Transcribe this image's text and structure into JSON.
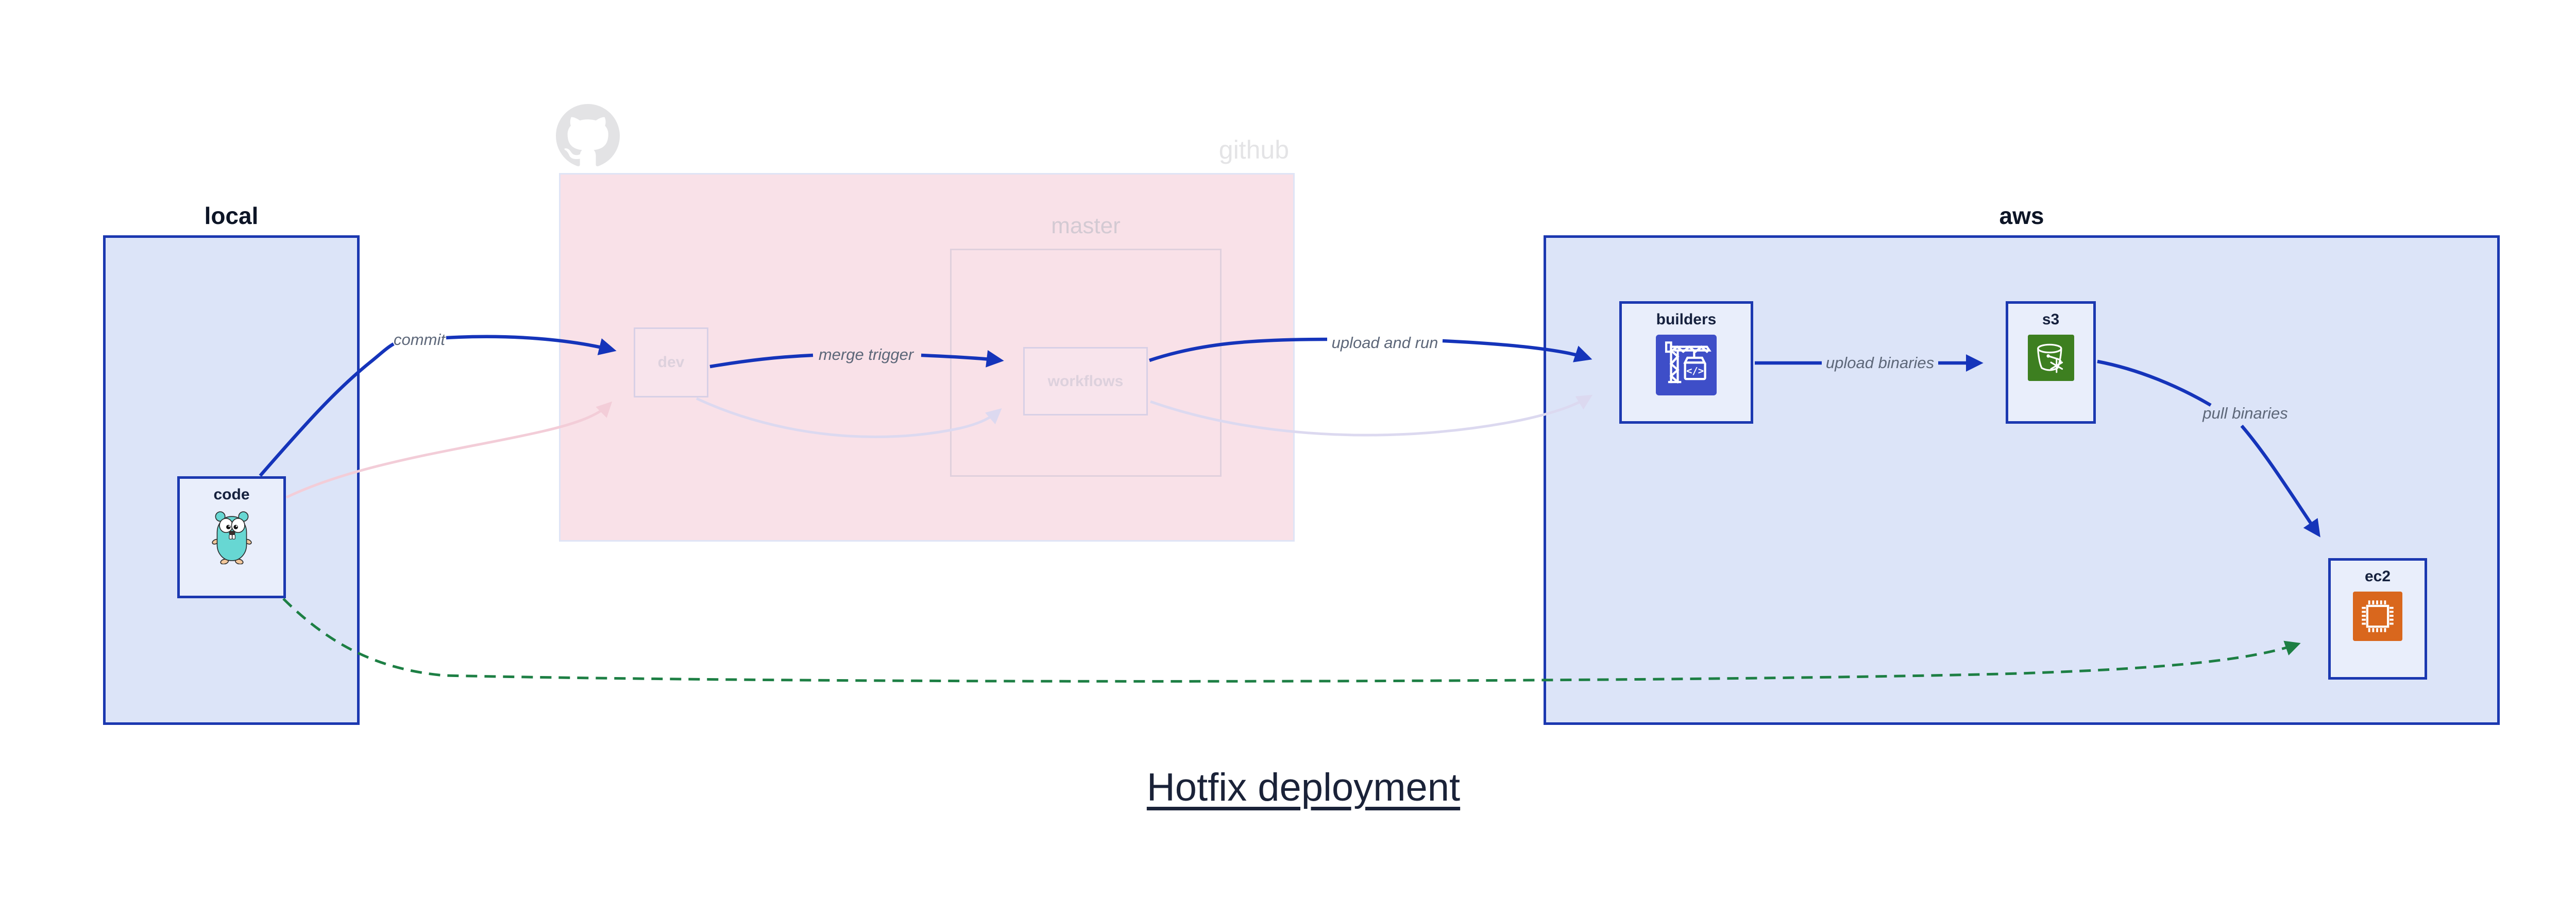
{
  "title": "Hotfix deployment",
  "clusters": {
    "local": {
      "label": "local"
    },
    "github": {
      "label": "github"
    },
    "master": {
      "label": "master"
    },
    "aws": {
      "label": "aws"
    }
  },
  "nodes": {
    "code": {
      "label": "code",
      "icon": "go-gopher-icon"
    },
    "dev": {
      "label": "dev"
    },
    "workflows": {
      "label": "workflows"
    },
    "builders": {
      "label": "builders",
      "icon": "aws-codebuild-icon"
    },
    "s3": {
      "label": "s3",
      "icon": "aws-s3-bucket-icon"
    },
    "ec2": {
      "label": "ec2",
      "icon": "aws-ec2-chip-icon"
    }
  },
  "edges": {
    "commit": {
      "label": "commit",
      "from": "code",
      "to": "dev"
    },
    "merge_trigger": {
      "label": "merge trigger",
      "from": "dev",
      "to": "workflows"
    },
    "upload_and_run": {
      "label": "upload and run",
      "from": "workflows",
      "to": "builders"
    },
    "upload_binaries": {
      "label": "upload binaries",
      "from": "builders",
      "to": "s3"
    },
    "pull_binaries": {
      "label": "pull binaries",
      "from": "s3",
      "to": "ec2"
    },
    "hotfix_dashed": {
      "label": "",
      "from": "code",
      "to": "ec2"
    }
  },
  "colors": {
    "edge-blue": "#1534ba",
    "edge-pink": "#f3cdd8",
    "edge-lavender": "#dcd9f0",
    "edge-green": "#1d7f44",
    "cluster-blue-border": "#1b38b0",
    "cluster-blue-fill": "#dce4f8",
    "cluster-pink-fill": "#f9e1e8",
    "cluster-pink-border": "#dfe4f6",
    "master-border": "#e0d0dd",
    "node-fill": "#e9eefb",
    "node-faded-fill": "#f8e4ec",
    "node-faded-border": "#d8d0e6",
    "node-label": "#16213e",
    "node-faded-label": "#ddd1dd",
    "cluster-label": "#0d1526",
    "faded-cluster-label": "#e4e4e6",
    "master-label": "#d3cad3",
    "edge-label": "#5d6779",
    "title": "#1a2238",
    "icon-codebuild-bg": "#3e4ec8",
    "icon-s3-bg": "#3d7f20",
    "icon-ec2-bg": "#d9671d",
    "gopher-body": "#67d7d3",
    "gopher-skin": "#f2c79b",
    "octocat-gray": "#e3e3e5"
  }
}
